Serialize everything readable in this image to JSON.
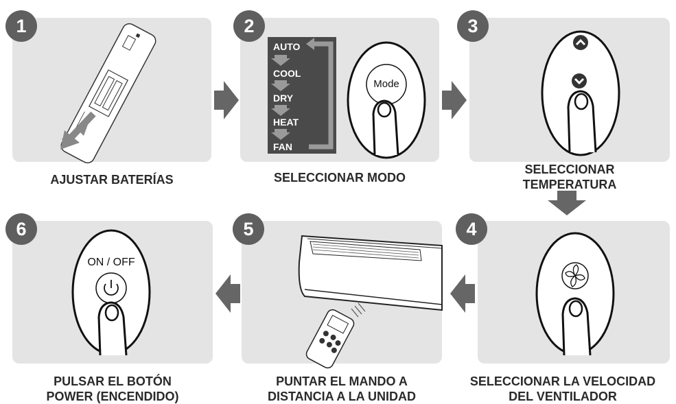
{
  "steps": [
    {
      "number": "1",
      "caption": [
        "AJUSTAR BATERÍAS"
      ]
    },
    {
      "number": "2",
      "caption": [
        "SELECCIONAR MODO"
      ]
    },
    {
      "number": "3",
      "caption": [
        "SELECCIONAR",
        "TEMPERATURA"
      ]
    },
    {
      "number": "4",
      "caption": [
        "SELECCIONAR LA VELOCIDAD",
        "DEL VENTILADOR"
      ]
    },
    {
      "number": "5",
      "caption": [
        "PUNTAR EL MANDO A",
        "DISTANCIA A LA UNIDAD"
      ]
    },
    {
      "number": "6",
      "caption": [
        "PULSAR EL BOTÓN",
        "POWER (ENCENDIDO)"
      ]
    }
  ],
  "modes": [
    "AUTO",
    "COOL",
    "DRY",
    "HEAT",
    "FAN"
  ],
  "mode_button_label": "Mode",
  "power_label": "ON / OFF",
  "colors": {
    "panel": "#e4e4e4",
    "badge": "#5f5f5f",
    "arrow": "#666666",
    "mode_box": "#4a4a4a"
  }
}
